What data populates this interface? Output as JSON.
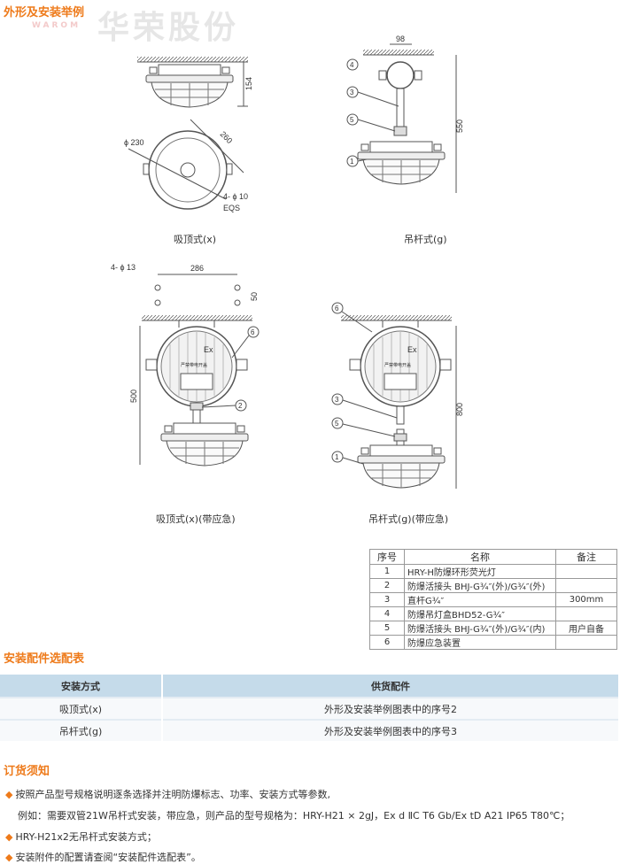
{
  "header": {
    "title": "外形及安装举例"
  },
  "watermark": {
    "brand_cn": "华荣股份",
    "brand_en": "WAROM"
  },
  "drawings": {
    "ceiling": {
      "caption": "吸顶式(x)",
      "dim_height": "154",
      "dim_diag": "260",
      "dim_dia": "ϕ 230",
      "holes": "4- ϕ 10",
      "eqs": "EQS"
    },
    "pendant": {
      "caption": "吊杆式(g)",
      "dim_top": "98",
      "dim_height": "550",
      "labels": [
        "4",
        "3",
        "5",
        "1"
      ]
    },
    "ceiling_emergency": {
      "caption": "吸顶式(x)(带应急)",
      "holes": "4- ϕ 13",
      "dim_width": "286",
      "dim_gap": "50",
      "dim_height": "500",
      "labels": [
        "6",
        "2"
      ],
      "box_mark": "Ex",
      "box_text": "严禁带电开盖"
    },
    "pendant_emergency": {
      "caption": "吊杆式(g)(带应急)",
      "dim_height": "800",
      "labels": [
        "6",
        "3",
        "5",
        "1"
      ],
      "box_mark": "Ex",
      "box_text": "严禁带电开盖"
    }
  },
  "parts_table": {
    "headers": [
      "序号",
      "名称",
      "备注"
    ],
    "rows": [
      {
        "no": "1",
        "name": "HRY-H防爆环形荧光灯",
        "note": ""
      },
      {
        "no": "2",
        "name": "防爆活接头 BHJ-G¾″(外)/G¾″(外)",
        "note": ""
      },
      {
        "no": "3",
        "name": "直杆G¾″",
        "note": "300mm"
      },
      {
        "no": "4",
        "name": "防爆吊灯盒BHD52-G¾″",
        "note": ""
      },
      {
        "no": "5",
        "name": "防爆活接头 BHJ-G¾″(外)/G¾″(内)",
        "note": "用户自备"
      },
      {
        "no": "6",
        "name": "防爆应急装置",
        "note": ""
      }
    ]
  },
  "accessories": {
    "title": "安装配件选配表",
    "headers": [
      "安装方式",
      "供货配件"
    ],
    "rows": [
      {
        "method": "吸顶式(x)",
        "parts": "外形及安装举例图表中的序号2"
      },
      {
        "method": "吊杆式(g)",
        "parts": "外形及安装举例图表中的序号3"
      }
    ]
  },
  "ordering": {
    "title": "订货须知",
    "items": [
      "按照产品型号规格说明逐条选择并注明防爆标志、功率、安装方式等参数,",
      "例如：需要双管21W吊杆式安装，带应急，则产品的型号规格为：HRY-H21 × 2gJ，Ex d ⅡC T6 Gb/Ex tD A21 IP65 T80℃；",
      "HRY-H21x2无吊杆式安装方式；",
      "安装附件的配置请查阅“安装配件选配表”。"
    ]
  },
  "colors": {
    "accent": "#ee7a1a",
    "table_header": "#c5dbea"
  }
}
